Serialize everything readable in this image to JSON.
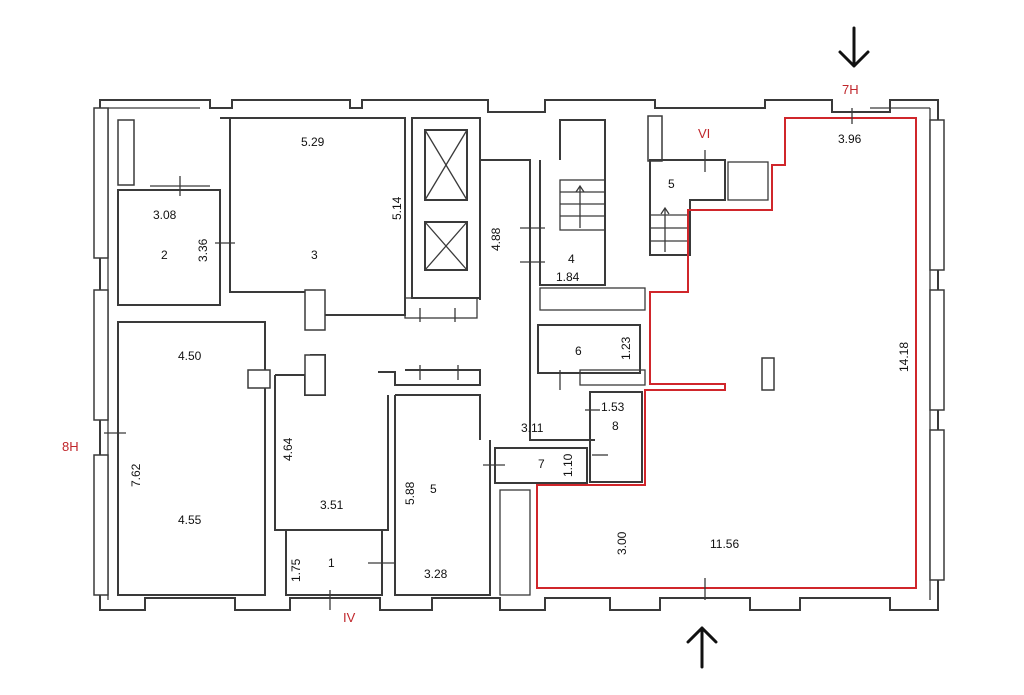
{
  "labels": {
    "room_2_width": "3.08",
    "room_2_height": "3.36",
    "room_2_no": "2",
    "room_3_width": "5.29",
    "room_3_height": "5.14",
    "room_3_no": "3",
    "corridor_height": "4.88",
    "room_4_no": "4",
    "room_4_width": "1.84",
    "room_5_no_top": "5",
    "section_vi": "VI",
    "section_7h": "7H",
    "main_top_width": "3.96",
    "main_height": "14.18",
    "room_6_no": "6",
    "room_6_height": "1.23",
    "room_8_width": "1.53",
    "room_8_no": "8",
    "corridor_width": "3.11",
    "room_7_no": "7",
    "room_7_height": "1.10",
    "left_top_width": "4.50",
    "section_8h": "8H",
    "left_height": "7.62",
    "left_bottom_width": "4.55",
    "center_left_height": "4.64",
    "center_width": "3.51",
    "room_5_height": "5.88",
    "room_5_no": "5",
    "room_1_height": "1.75",
    "room_1_no": "1",
    "room_5_bottom_width": "3.28",
    "section_iv": "IV",
    "main_inner_height": "3.00",
    "main_bottom_width": "11.56"
  }
}
